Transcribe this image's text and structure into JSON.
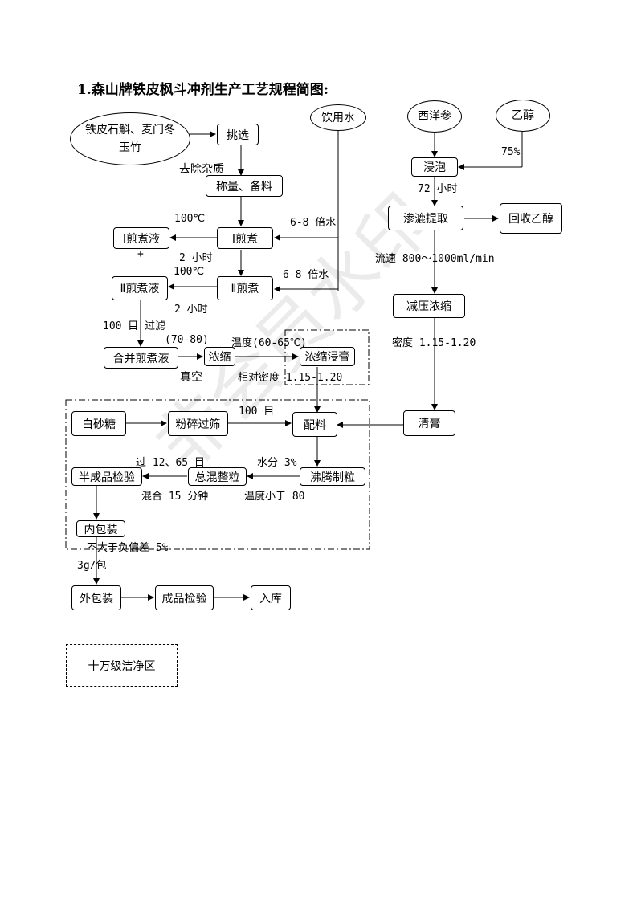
{
  "title": "1.森山牌铁皮枫斗冲剂生产工艺规程简图:",
  "watermark": "非会员水印",
  "nodes": {
    "raw": "铁皮石斛、麦门冬\n玉竹",
    "water": "饮用水",
    "ginseng": "西洋参",
    "ethanol": "乙醇",
    "select": "挑选",
    "weigh": "称量、备料",
    "decoct1": "Ⅰ煎煮",
    "liquid1": "Ⅰ煎煮液",
    "decoct2": "Ⅱ煎煮",
    "liquid2": "Ⅱ煎煮液",
    "merge": "合并煎煮液",
    "concentrate": "浓缩",
    "extract": "浓缩浸膏",
    "soak": "浸泡",
    "percolate": "渗漉提取",
    "recover": "回收乙醇",
    "vacuum": "减压浓缩",
    "clear": "清膏",
    "sugar": "白砂糖",
    "crush": "粉碎过筛",
    "mix": "配料",
    "granulate": "沸腾制粒",
    "blend": "总混整粒",
    "semi_check": "半成品检验",
    "inner_pack": "内包装",
    "outer_pack": "外包装",
    "final_check": "成品检验",
    "store": "入库"
  },
  "labels": {
    "remove_impurity": "去除杂质",
    "temp100_1": "100℃",
    "water68_1": "6-8 倍水",
    "plus": "+",
    "hours2_1": "2 小时",
    "temp100_2": "100℃",
    "water68_2": "6-8 倍水",
    "hours2_2": "2 小时",
    "mesh_filter": "100 目 过滤",
    "range7080": "(70-80)",
    "temp6065": "温度(60-65℃)",
    "vacuum_label": "真空",
    "rel_density": "相对密度 1.15-1.20",
    "pct75": "75%",
    "hours72": "72 小时",
    "flow_rate": "流速 800～1000ml/min",
    "density": "密度 1.15-1.20",
    "mesh100": "100 目",
    "mesh1265": "过 12、65 目",
    "moisture": "水分 3%",
    "mix15": "混合 15 分钟",
    "temp80": "温度小于 80",
    "deviation": "不大于负偏差 5%",
    "per_bag": "3g/包"
  },
  "legend": {
    "clean_zone": "十万级洁净区"
  }
}
